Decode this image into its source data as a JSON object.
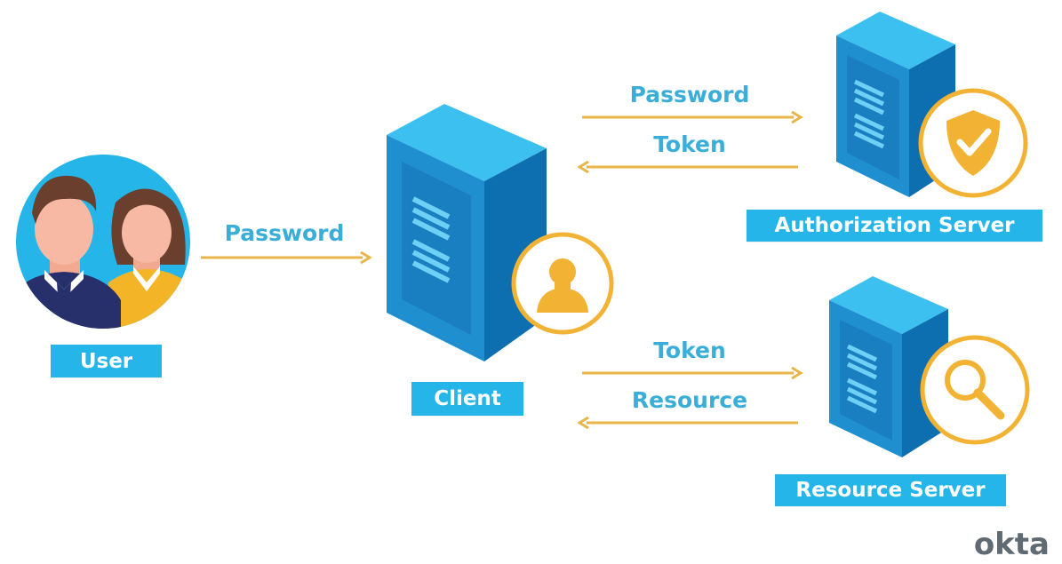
{
  "labels": {
    "user": "User",
    "client": "Client",
    "auth_server": "Authorization Server",
    "resource_server": "Resource Server"
  },
  "arrows": {
    "user_to_client": "Password",
    "client_to_auth": "Password",
    "auth_to_client": "Token",
    "client_to_resource": "Token",
    "resource_to_client": "Resource"
  },
  "logo": "okta",
  "colors": {
    "label_bg": "#25b5e8",
    "arrow": "#e8b54a",
    "arrow_text": "#3aaed6",
    "server_front": "#1f8fcf",
    "server_side": "#0e6fb0",
    "server_top": "#3cc0ef",
    "badge_ring": "#f2b233"
  },
  "icons": {
    "users": "users-avatar-icon",
    "client_badge": "person-icon",
    "auth_badge": "shield-check-icon",
    "resource_badge": "magnifier-icon"
  }
}
